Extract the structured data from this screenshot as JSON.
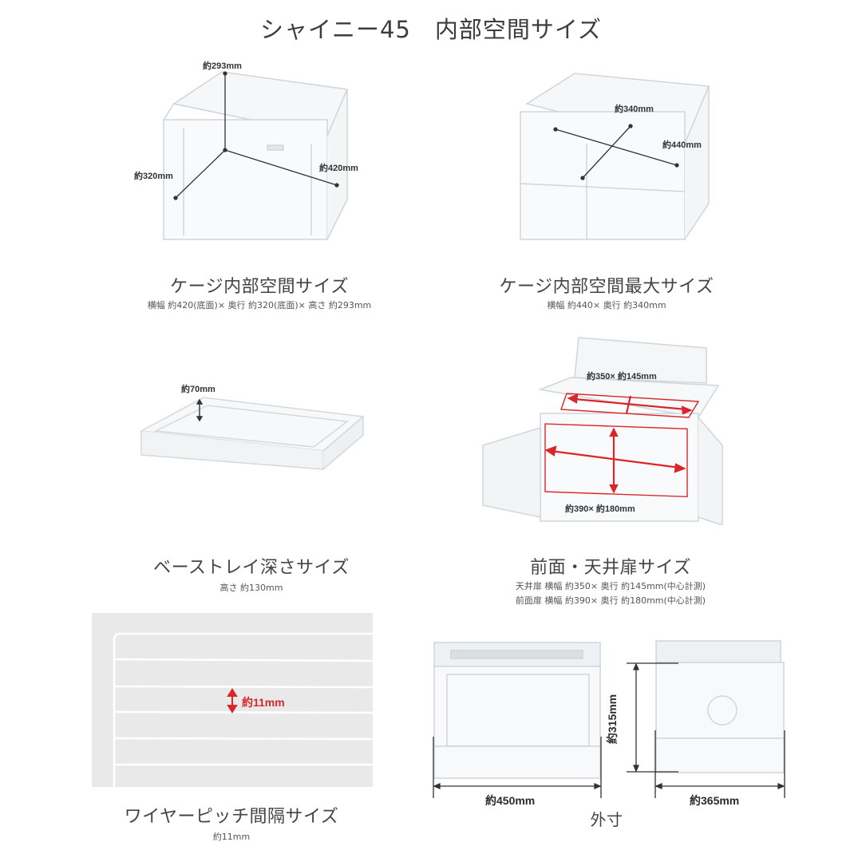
{
  "page": {
    "title": "シャイニー45　内部空間サイズ"
  },
  "panels": {
    "interior": {
      "title": "ケージ内部空間サイズ",
      "subtitle": "横幅 約420(底面)× 奥行 約320(底面)× 高さ 約293mm",
      "labels": {
        "height": "約293mm",
        "depth": "約320mm",
        "width": "約420mm"
      }
    },
    "interior_max": {
      "title": "ケージ内部空間最大サイズ",
      "subtitle": "横幅 約440× 奥行 約340mm",
      "labels": {
        "depth": "約340mm",
        "width": "約440mm"
      }
    },
    "base_tray": {
      "title": "ベーストレイ深さサイズ",
      "subtitle": "高さ 約130mm",
      "labels": {
        "depth": "約70mm"
      }
    },
    "doors": {
      "title": "前面・天井扉サイズ",
      "subtitle_lines": [
        "天井扉 横幅 約350× 奥行 約145mm(中心計測)",
        "前面扉 横幅 約390× 奥行 約180mm(中心計測)"
      ],
      "labels": {
        "top": "約350× 約145mm",
        "front": "約390× 約180mm"
      },
      "accent_color": "#d9262b"
    },
    "wire_pitch": {
      "title": "ワイヤーピッチ間隔サイズ",
      "subtitle": "約11mm",
      "labels": {
        "pitch": "約11mm"
      },
      "accent_color": "#d9262b"
    },
    "exterior": {
      "title": "外寸",
      "labels": {
        "width": "約450mm",
        "height": "約315mm",
        "depth": "約365mm"
      }
    }
  }
}
